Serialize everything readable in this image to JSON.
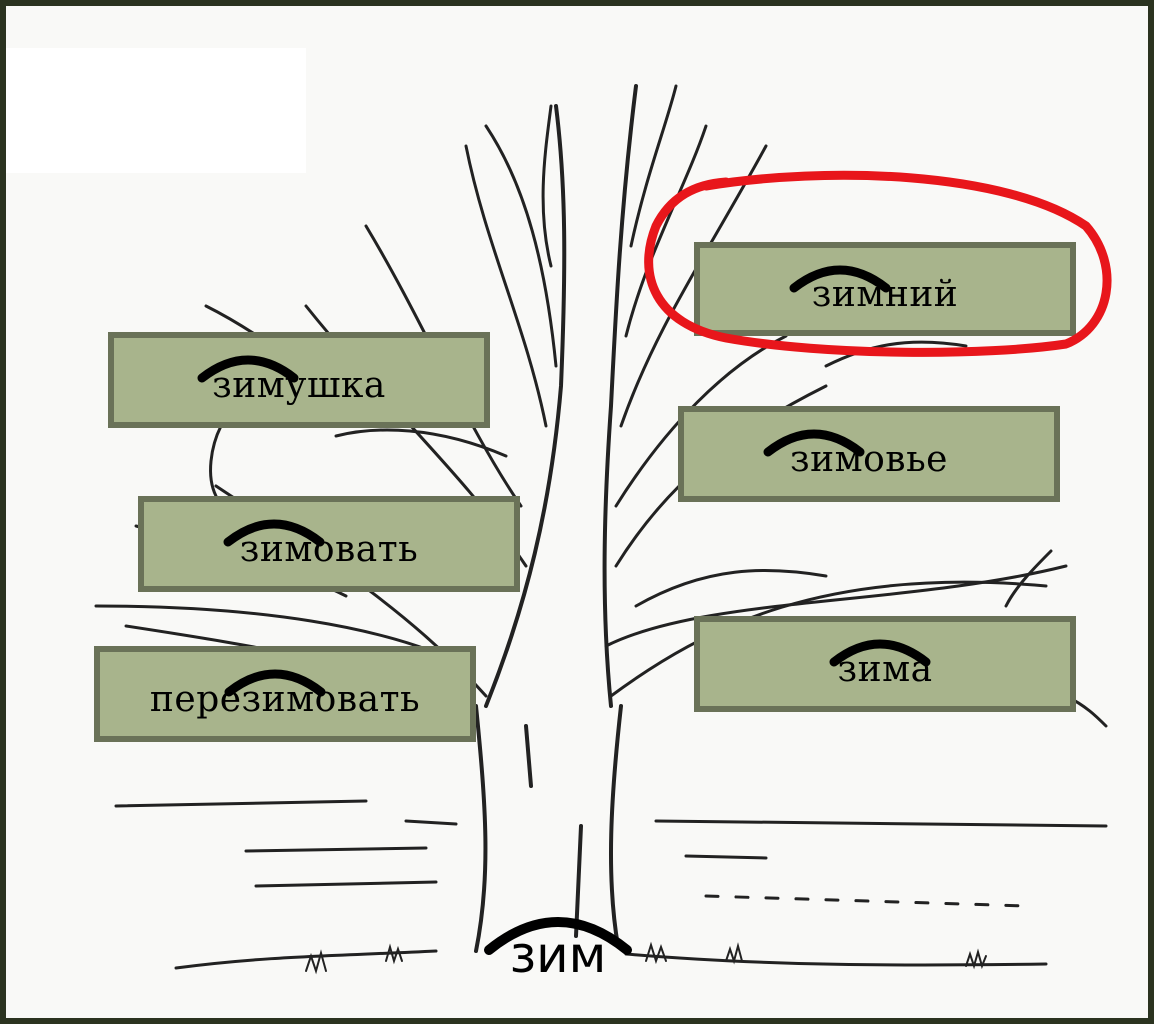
{
  "words": {
    "zimushka": "зимушка",
    "zimovat": "зимовать",
    "perezimovat": "перезимовать",
    "zimniy": "зимний",
    "zimove": "зимовье",
    "zima": "зима"
  },
  "root": "зим",
  "colors": {
    "box_fill": "#a8b48c",
    "box_border": "#6a7258",
    "highlight": "#e8161b",
    "frame": "#2b3320"
  },
  "icons": {
    "tree": "bare-tree-drawing",
    "root_mark": "root-arc-mark"
  }
}
